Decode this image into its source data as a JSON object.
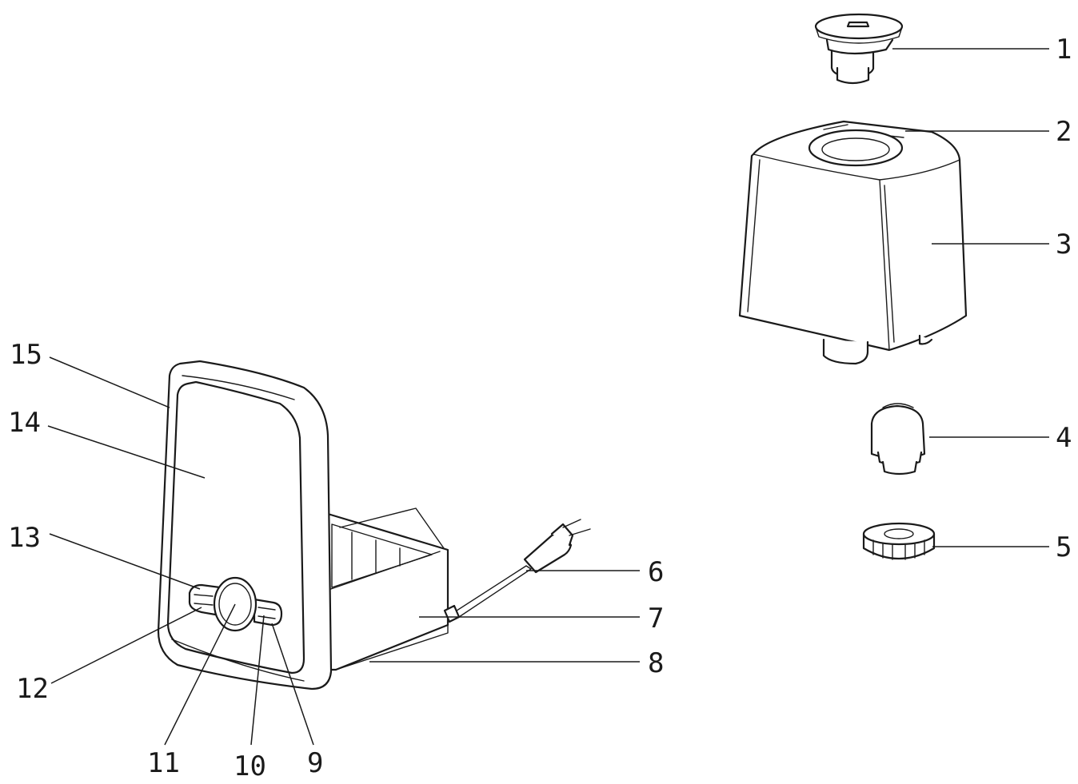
{
  "labels": [
    "1",
    "2",
    "3",
    "4",
    "5",
    "6",
    "7",
    "8",
    "9",
    "10",
    "11",
    "12",
    "13",
    "14",
    "15"
  ]
}
